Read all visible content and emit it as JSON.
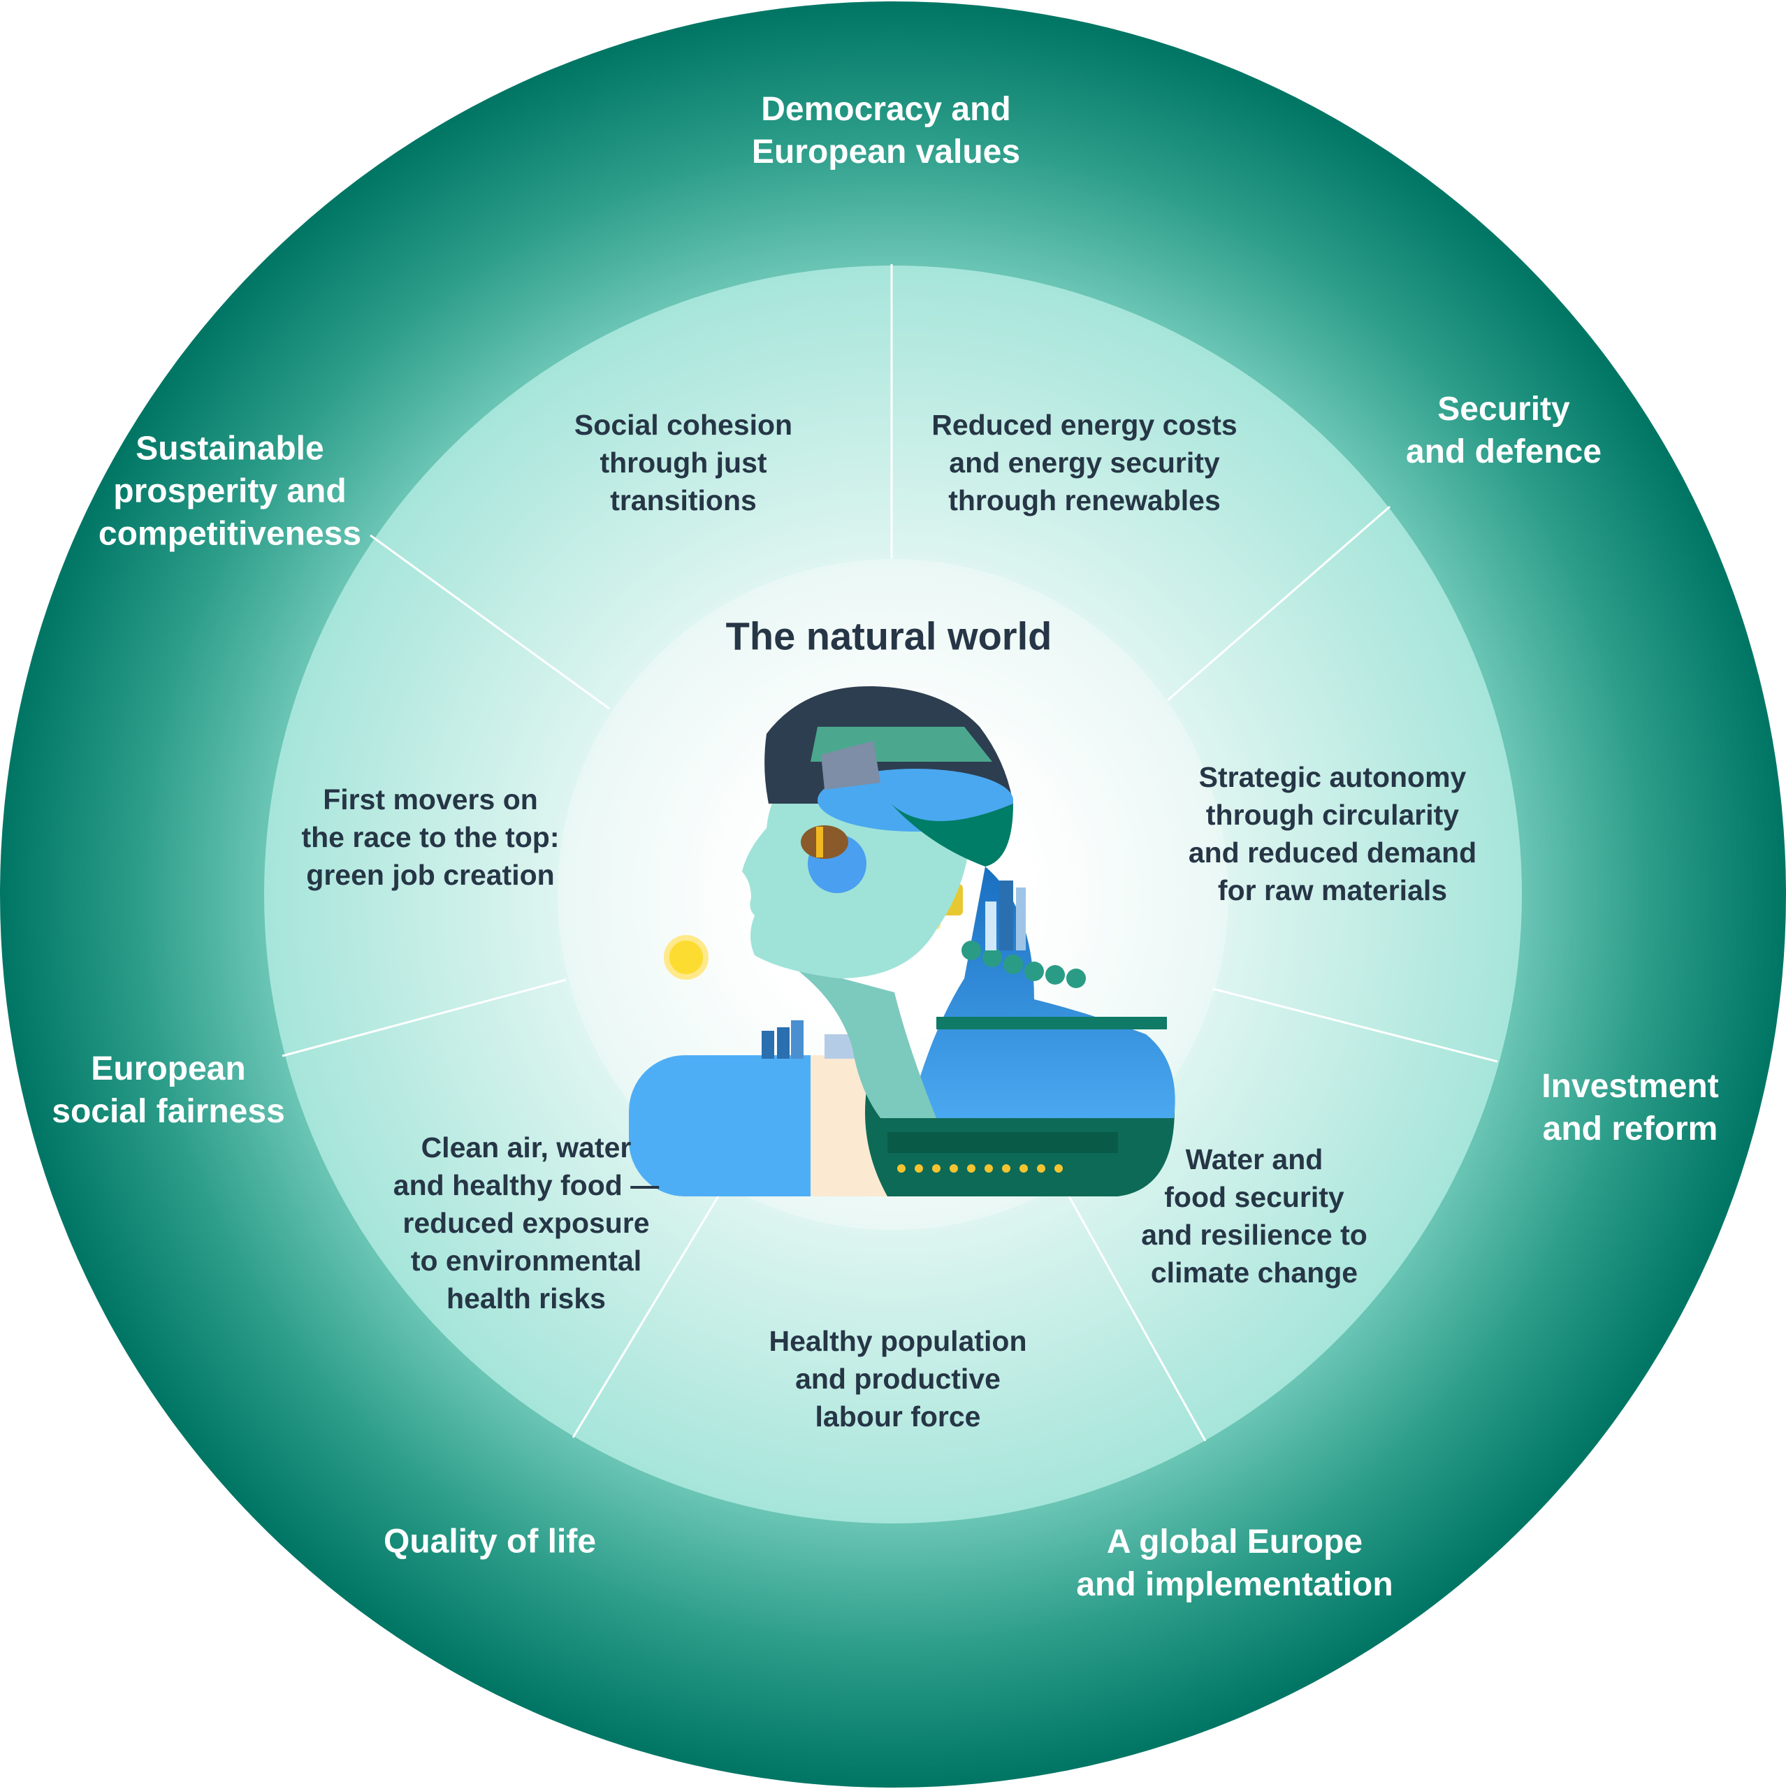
{
  "title": "The natural world",
  "outer_labels": [
    "Democracy and\nEuropean values",
    "Security\nand defence",
    "Investment\nand reform",
    "A global Europe\nand implementation",
    "Quality of life",
    "European\nsocial fairness",
    "Sustainable\nprosperity and\ncompetitiveness"
  ],
  "inner_labels": [
    "Social cohesion\nthrough just\ntransitions",
    "Reduced energy costs\nand energy security\nthrough renewables",
    "Strategic autonomy\nthrough circularity\nand reduced demand\nfor raw materials",
    "Water and\nfood security\nand resilience to\nclimate change",
    "Healthy population\nand productive\nlabour force",
    "Clean air, water\nand healthy food —\nreduced exposure\nto environmental\nhealth risks",
    "First movers on\nthe race to the top:\ngreen job creation"
  ],
  "colors": {
    "outer_dark": "#007564",
    "outer_light": "#5cbcab",
    "middle": "#a6e5da",
    "center": "#ffffff",
    "text": "#263646"
  }
}
